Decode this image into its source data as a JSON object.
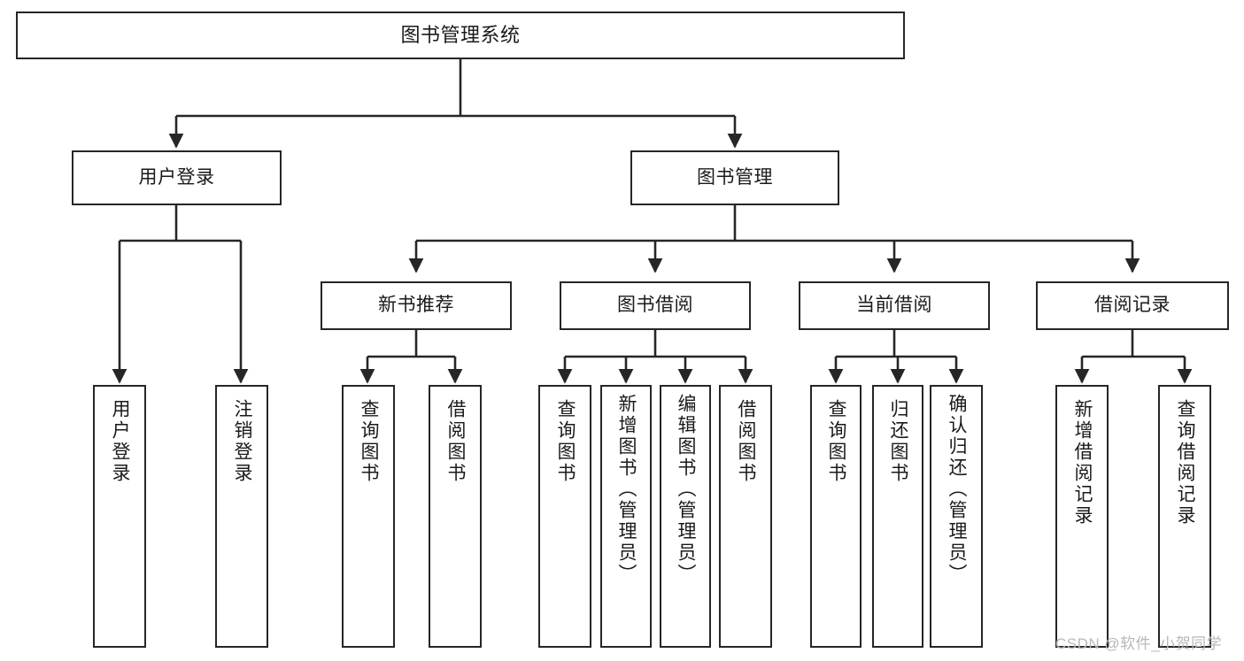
{
  "diagram": {
    "title": "图书管理系统",
    "type": "hierarchy-tree",
    "watermark": "CSDN @软件_小贺同学",
    "colors": {
      "node_border": "#262626",
      "node_fill": "#ffffff",
      "edge": "#262626",
      "text": "#1a1a1a",
      "watermark": "#b8b8b8"
    },
    "levels": {
      "level1": "root",
      "level2": "modules",
      "level3": "sub-modules",
      "level4": "functions"
    },
    "nodes": {
      "root": {
        "label": "图书管理系统",
        "level": 1
      },
      "user_login": {
        "label": "用户登录",
        "level": 2
      },
      "book_manage": {
        "label": "图书管理",
        "level": 2
      },
      "new_book_rec": {
        "label": "新书推荐",
        "level": 3
      },
      "book_borrow": {
        "label": "图书借阅",
        "level": 3
      },
      "current_borrow": {
        "label": "当前借阅",
        "level": 3
      },
      "borrow_record": {
        "label": "借阅记录",
        "level": 3
      },
      "leaf_user_login": {
        "label": "用户登录",
        "level": 4
      },
      "leaf_logout": {
        "label": "注销登录",
        "level": 4
      },
      "leaf_query_book_1": {
        "label": "查询图书",
        "level": 4
      },
      "leaf_borrow_book_1": {
        "label": "借阅图书",
        "level": 4
      },
      "leaf_query_book_2": {
        "label": "查询图书",
        "level": 4
      },
      "leaf_add_book": {
        "label": "新增图书（管理员）",
        "level": 4
      },
      "leaf_edit_book": {
        "label": "编辑图书（管理员）",
        "level": 4
      },
      "leaf_borrow_book_2": {
        "label": "借阅图书",
        "level": 4
      },
      "leaf_query_book_3": {
        "label": "查询图书",
        "level": 4
      },
      "leaf_return_book": {
        "label": "归还图书",
        "level": 4
      },
      "leaf_confirm_return": {
        "label": "确认归还（管理员）",
        "level": 4
      },
      "leaf_add_record": {
        "label": "新增借阅记录",
        "level": 4
      },
      "leaf_query_record": {
        "label": "查询借阅记录",
        "level": 4
      }
    },
    "edges": [
      {
        "from": "root",
        "to": "user_login"
      },
      {
        "from": "root",
        "to": "book_manage"
      },
      {
        "from": "user_login",
        "to": "leaf_user_login"
      },
      {
        "from": "user_login",
        "to": "leaf_logout"
      },
      {
        "from": "book_manage",
        "to": "new_book_rec"
      },
      {
        "from": "book_manage",
        "to": "book_borrow"
      },
      {
        "from": "book_manage",
        "to": "current_borrow"
      },
      {
        "from": "book_manage",
        "to": "borrow_record"
      },
      {
        "from": "new_book_rec",
        "to": "leaf_query_book_1"
      },
      {
        "from": "new_book_rec",
        "to": "leaf_borrow_book_1"
      },
      {
        "from": "book_borrow",
        "to": "leaf_query_book_2"
      },
      {
        "from": "book_borrow",
        "to": "leaf_add_book"
      },
      {
        "from": "book_borrow",
        "to": "leaf_edit_book"
      },
      {
        "from": "book_borrow",
        "to": "leaf_borrow_book_2"
      },
      {
        "from": "current_borrow",
        "to": "leaf_query_book_3"
      },
      {
        "from": "current_borrow",
        "to": "leaf_return_book"
      },
      {
        "from": "current_borrow",
        "to": "leaf_confirm_return"
      },
      {
        "from": "borrow_record",
        "to": "leaf_add_record"
      },
      {
        "from": "borrow_record",
        "to": "leaf_query_record"
      }
    ]
  }
}
